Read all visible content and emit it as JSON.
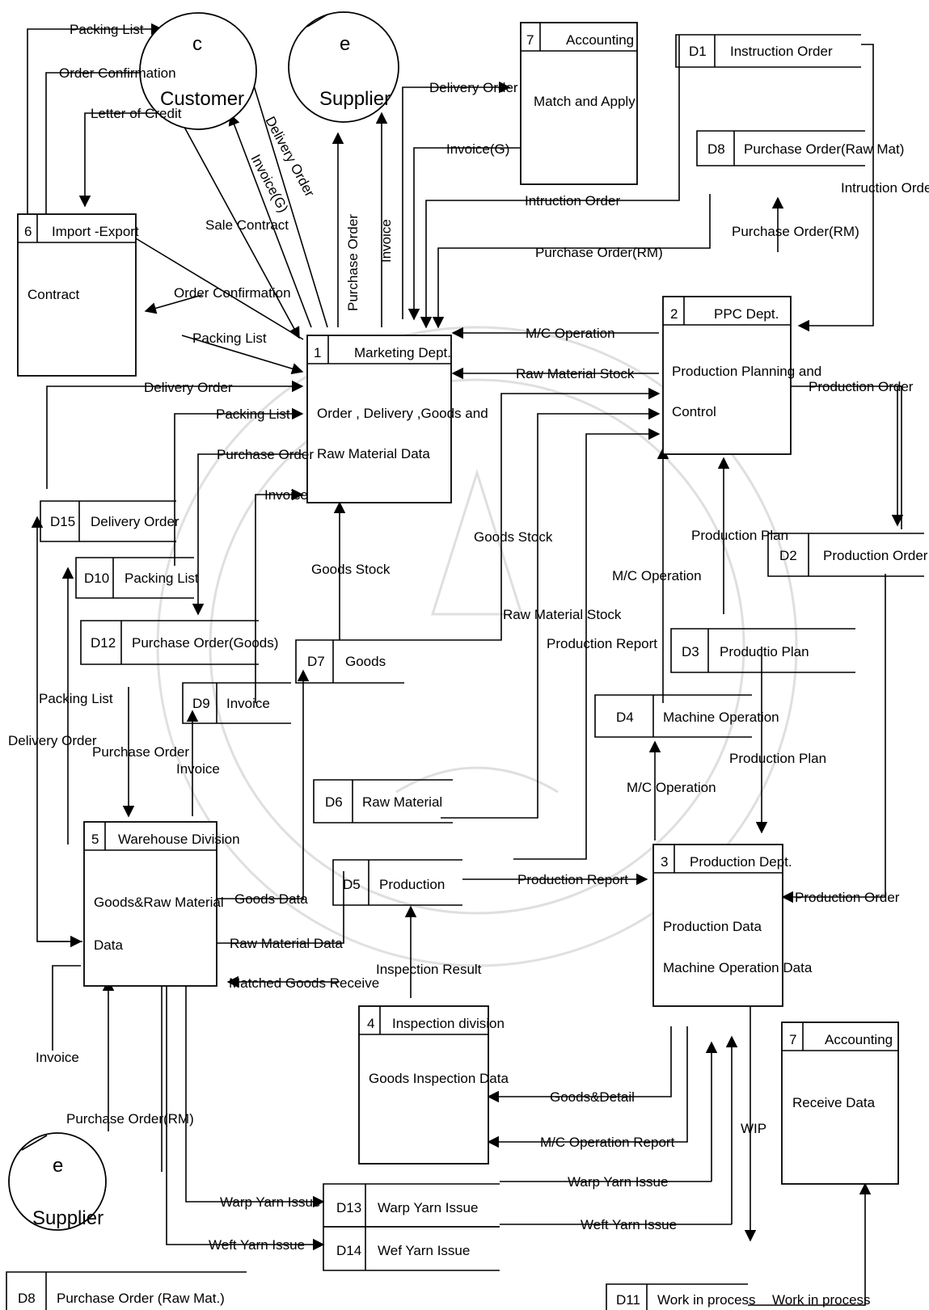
{
  "processes": {
    "p6": {
      "num": "6",
      "title": "Import -Export",
      "body": [
        "Contract"
      ]
    },
    "p7a": {
      "num": "7",
      "title": "Accounting",
      "body": [
        "Match and Apply"
      ]
    },
    "p1": {
      "num": "1",
      "title": "Marketing Dept.",
      "body": [
        "Order , Delivery ,Goods and",
        "Raw Material Data"
      ]
    },
    "p2": {
      "num": "2",
      "title": "PPC Dept.",
      "body": [
        "Production Planning and",
        "Control"
      ]
    },
    "p5": {
      "num": "5",
      "title": "Warehouse Division",
      "body": [
        "Goods&Raw Material",
        "Data"
      ]
    },
    "p3": {
      "num": "3",
      "title": "Production Dept.",
      "body": [
        "Production Data",
        "Machine Operation Data"
      ]
    },
    "p4": {
      "num": "4",
      "title": "Inspection division",
      "body": [
        "Goods Inspection Data"
      ]
    },
    "p7b": {
      "num": "7",
      "title": "Accounting",
      "body": [
        "Receive Data"
      ]
    }
  },
  "entities": {
    "customer": {
      "letter": "c",
      "name": "Customer"
    },
    "supplier_top": {
      "letter": "e",
      "name": "Supplier"
    },
    "supplier_bottom": {
      "letter": "e",
      "name": "Supplier"
    }
  },
  "stores": {
    "d1": {
      "id": "D1",
      "name": "Instruction Order"
    },
    "d8a": {
      "id": "D8",
      "name": "Purchase Order(Raw Mat)"
    },
    "d15": {
      "id": "D15",
      "name": "Delivery Order"
    },
    "d10": {
      "id": "D10",
      "name": "Packing List"
    },
    "d12": {
      "id": "D12",
      "name": "Purchase Order(Goods)"
    },
    "d7": {
      "id": "D7",
      "name": "Goods"
    },
    "d9": {
      "id": "D9",
      "name": "Invoice"
    },
    "d2": {
      "id": "D2",
      "name": "Production  Order"
    },
    "d3": {
      "id": "D3",
      "name": "Productio Plan"
    },
    "d4": {
      "id": "D4",
      "name": "Machine Operation"
    },
    "d6": {
      "id": "D6",
      "name": "Raw Material"
    },
    "d5": {
      "id": "D5",
      "name": "Production"
    },
    "d13": {
      "id": "D13",
      "name": "Warp Yarn Issue"
    },
    "d14": {
      "id": "D14",
      "name": "Wef Yarn Issue"
    },
    "d11": {
      "id": "D11",
      "name": "Work in process"
    },
    "d8b": {
      "id": "D8",
      "name": "Purchase Order (Raw Mat.)"
    }
  },
  "flows": {
    "packing_list_top": "Packing List",
    "order_confirmation_top": "Order Confirmation",
    "letter_of_credit": "Letter of Credit",
    "sale_contract": "Sale Contract",
    "delivery_order_cust": "Delivery Order",
    "invoice_g_cust": "Invoice(G)",
    "purchase_order_sup": "Purchase Order",
    "invoice_sup": "Invoice",
    "delivery_order_acc": "Delivery Order",
    "invoice_g_acc": "Invoice(G)",
    "intruction_order": "Intruction Order",
    "purchase_order_rm_left": "Purchase Order(RM)",
    "purchase_order_rm_right": "Purchase Order(RM)",
    "intruction_order_right": "Intruction Order",
    "order_confirmation_mid": "Order Confirmation",
    "packing_list_mid": "Packing List",
    "mc_operation_top": "M/C Operation",
    "raw_material_stock_top": "Raw Material  Stock",
    "production_order_right": "Production  Order",
    "delivery_order_left": "Delivery Order",
    "packing_list_left": "Packing List",
    "purchase_order_left": "Purchase Order",
    "invoice_left": "Invoice",
    "goods_stock_center": "Goods Stock",
    "goods_stock_left": "Goods Stock",
    "production_plan_top": "Production Plan",
    "mc_operation_mid": "M/C Operation",
    "raw_material_stock_mid": "Raw Material  Stock",
    "production_report_mid": "Production  Report",
    "packing_list_low": "Packing List",
    "delivery_order_low": "Delivery Order",
    "purchase_order_low": "Purchase Order",
    "invoice_low": "Invoice",
    "production_plan_low": "Production Plan",
    "mc_operation_low": "M/C Operation",
    "goods_data": "Goods Data",
    "raw_material_data": "Raw Material  Data",
    "matched_goods_receive": "Matched Goods Receive",
    "production_report_low": "Production  Report",
    "production_order_low": "Production  Order",
    "inspection_result": "Inspection Result",
    "invoice_bottom": "Invoice",
    "purchase_order_rm_bottom": "Purchase Order(RM)",
    "goods_detail": "Goods&Detail",
    "mc_operation_report": "M/C Operation Report",
    "wip": "WIP",
    "warp_yarn_issue_left": "Warp Yarn Issue",
    "warp_yarn_issue_right": "Warp Yarn Issue",
    "weft_yarn_issue_left": "Weft Yarn Issue",
    "weft_yarn_issue_right": "Weft Yarn Issue",
    "work_in_process": "Work in process"
  }
}
